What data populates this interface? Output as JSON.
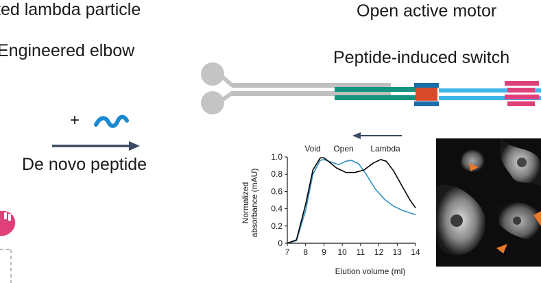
{
  "labels": {
    "title_left": "ted lambda particle",
    "engineered": "Engineered elbow",
    "open_motor": "Open active motor",
    "peptide_switch": "Peptide-induced switch",
    "plus": "+",
    "de_novo": "De novo peptide"
  },
  "colors": {
    "text": "#1a1a1a",
    "arrow": "#3a4a63",
    "grey_rod": "#bfbfbf",
    "green": "#14937e",
    "light_blue": "#3fb6ea",
    "dark_blue": "#1a6ea8",
    "red": "#d94a2a",
    "pink": "#e0407a",
    "orange_marker": "#e8782a",
    "series_blue": "#2f8fc0",
    "series_black": "#000000"
  },
  "icons": [
    "peptide-squiggle-icon",
    "flow-arrow-icon",
    "elution-arrow-icon",
    "orange-arrowhead-icon"
  ],
  "chart_data": {
    "type": "line",
    "xlabel": "Elution volume (ml)",
    "ylabel": "Normalized absorbance (mAU)",
    "xlim": [
      7,
      14
    ],
    "ylim": [
      0,
      1.0
    ],
    "xticks": [
      "7",
      "8",
      "9",
      "10",
      "11",
      "12",
      "13",
      "14"
    ],
    "yticks": [
      "0",
      "0.2",
      "0.4",
      "0.6",
      "0.8",
      "1.0"
    ],
    "annotations": [
      "Void",
      "Open",
      "Lambda"
    ],
    "series": [
      {
        "color": "#000000",
        "x": [
          7.0,
          7.5,
          8.0,
          8.4,
          8.8,
          9.0,
          9.3,
          9.7,
          10.2,
          10.7,
          11.2,
          11.7,
          12.1,
          12.4,
          12.8,
          13.3,
          13.7,
          14.0
        ],
        "y": [
          0.0,
          0.04,
          0.45,
          0.85,
          0.99,
          0.99,
          0.94,
          0.87,
          0.82,
          0.82,
          0.85,
          0.93,
          0.97,
          0.95,
          0.84,
          0.65,
          0.5,
          0.41
        ]
      },
      {
        "color": "#2f8fc0",
        "x": [
          7.0,
          7.5,
          8.0,
          8.4,
          8.8,
          9.0,
          9.4,
          9.8,
          10.2,
          10.5,
          10.9,
          11.3,
          11.8,
          12.3,
          12.8,
          13.3,
          14.0
        ],
        "y": [
          0.0,
          0.03,
          0.38,
          0.8,
          0.96,
          0.97,
          0.94,
          0.91,
          0.95,
          0.96,
          0.92,
          0.8,
          0.63,
          0.51,
          0.43,
          0.38,
          0.33
        ]
      }
    ]
  }
}
